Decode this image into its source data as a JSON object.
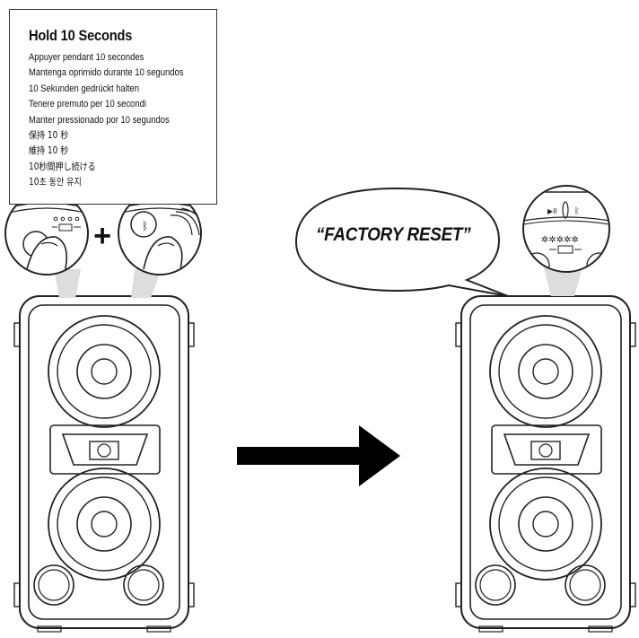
{
  "instructions": {
    "title": "Hold 10 Seconds",
    "lines": [
      "Appuyer pendant 10 secondes",
      "Mantenga oprimido durante 10 segundos",
      "10 Sekunden gedrückt halten",
      "Tenere premuto per 10 secondi",
      "Manter pressionado por 10 segundos",
      "保持 10 秒",
      "維持 10 秒",
      "10秒間押し続ける",
      "10초 동안 유지"
    ]
  },
  "plus_symbol": "+",
  "speech_bubble": {
    "text": "“FACTORY RESET”"
  },
  "icons": {
    "before_buttons": [
      "power-button",
      "battery-indicator",
      "bluetooth-button"
    ],
    "after_buttons": [
      "play-pause-button",
      "bluetooth-button",
      "battery-indicator"
    ],
    "arrow": "right-arrow"
  },
  "colors": {
    "line": "#222222",
    "background": "#ffffff",
    "arrow": "#000000"
  }
}
